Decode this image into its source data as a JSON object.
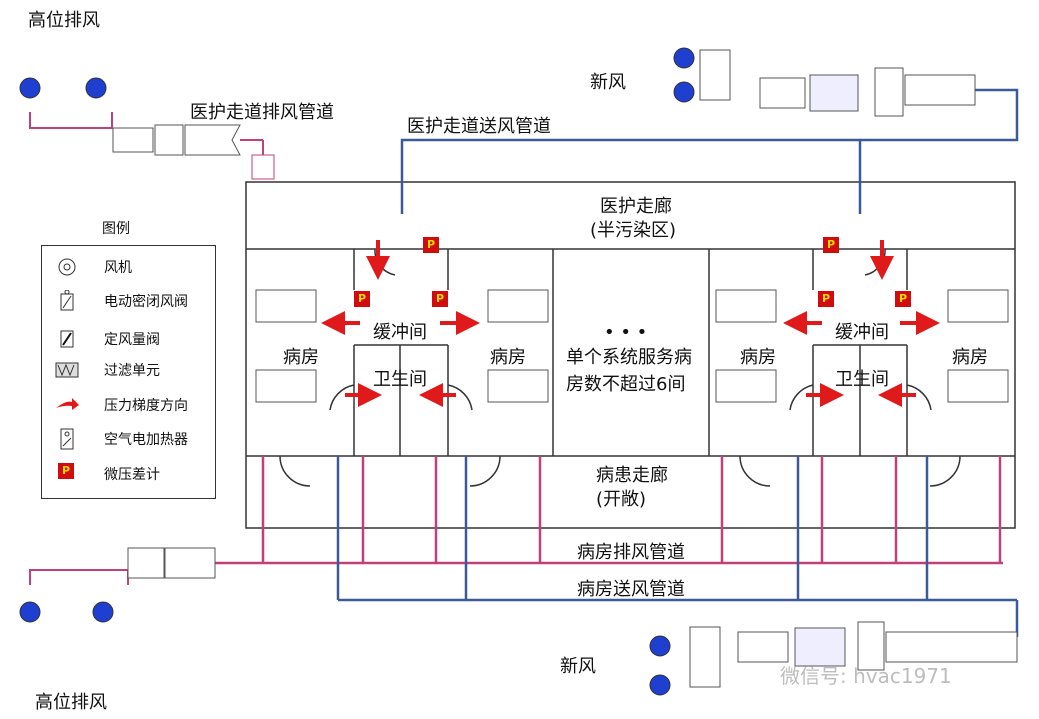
{
  "labels": {
    "exhaust_top_title": "高位排风",
    "exhaust_bottom_title": "高位排风",
    "corridor_exhaust_duct": "医护走道排风管道",
    "corridor_supply_duct": "医护走道送风管道",
    "fresh_air_top": "新风",
    "fresh_air_bottom": "新风",
    "medical_corridor": "医护走廊",
    "medical_corridor_sub": "(半污染区)",
    "patient_corridor": "病患走廊",
    "patient_corridor_sub": "(开敞)",
    "ward_exhaust_duct": "病房排风管道",
    "ward_supply_duct": "病房送风管道",
    "ward": "病房",
    "buffer": "缓冲间",
    "toilet": "卫生间",
    "center_dots": "• • •",
    "center_note_line1": "单个系统服务病",
    "center_note_line2": "房数不超过6间"
  },
  "legend": {
    "title": "图例",
    "items": [
      {
        "icon": "fan-icon",
        "text": "风机"
      },
      {
        "icon": "electric-airtight-damper-icon",
        "text": "电动密闭风阀"
      },
      {
        "icon": "constant-airflow-valve-icon",
        "text": "定风量阀"
      },
      {
        "icon": "filter-unit-icon",
        "text": "过滤单元"
      },
      {
        "icon": "pressure-gradient-arrow-icon",
        "text": "压力梯度方向"
      },
      {
        "icon": "electric-air-heater-icon",
        "text": "空气电加热器"
      },
      {
        "icon": "micro-pressure-gauge-icon",
        "text": "微压差计"
      }
    ]
  },
  "badge_letter": "P",
  "watermark": "微信号: hvac1971",
  "colors": {
    "supply_duct": "#3a5a9a",
    "exhaust_duct": "#c0407a",
    "pressure_arrow": "#e0191b",
    "fan_blue": "#1e3fd0",
    "gauge_red": "#d10c0c",
    "wall": "#333333"
  }
}
